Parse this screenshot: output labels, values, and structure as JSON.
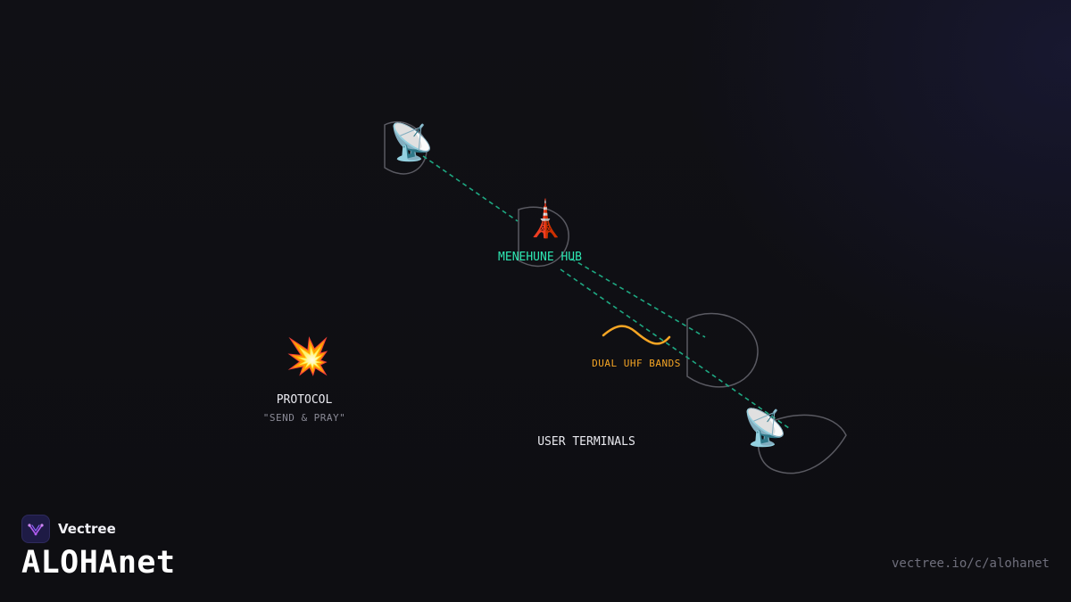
{
  "brand": {
    "name": "Vectree",
    "logo_icon": "vectree-logo-icon"
  },
  "title": "ALOHAnet",
  "footer": {
    "url": "vectree.io/c/alohanet"
  },
  "diagram": {
    "hub": {
      "label": "MENEHUNE HUB",
      "icon": "radio-tower-icon"
    },
    "bands": {
      "label": "DUAL UHF BANDS",
      "icon": "wave-icon"
    },
    "protocol": {
      "label": "PROTOCOL",
      "sublabel": "\"SEND & PRAY\"",
      "icon": "collision-icon"
    },
    "terminals": {
      "label": "USER TERMINALS",
      "icon": "satellite-dish-icon"
    }
  },
  "colors": {
    "link": "#1ea882",
    "hub_text": "#2ee8b3",
    "band": "#f5a524",
    "outline": "#5a5a62",
    "logo_accent": "#b15cf0"
  }
}
